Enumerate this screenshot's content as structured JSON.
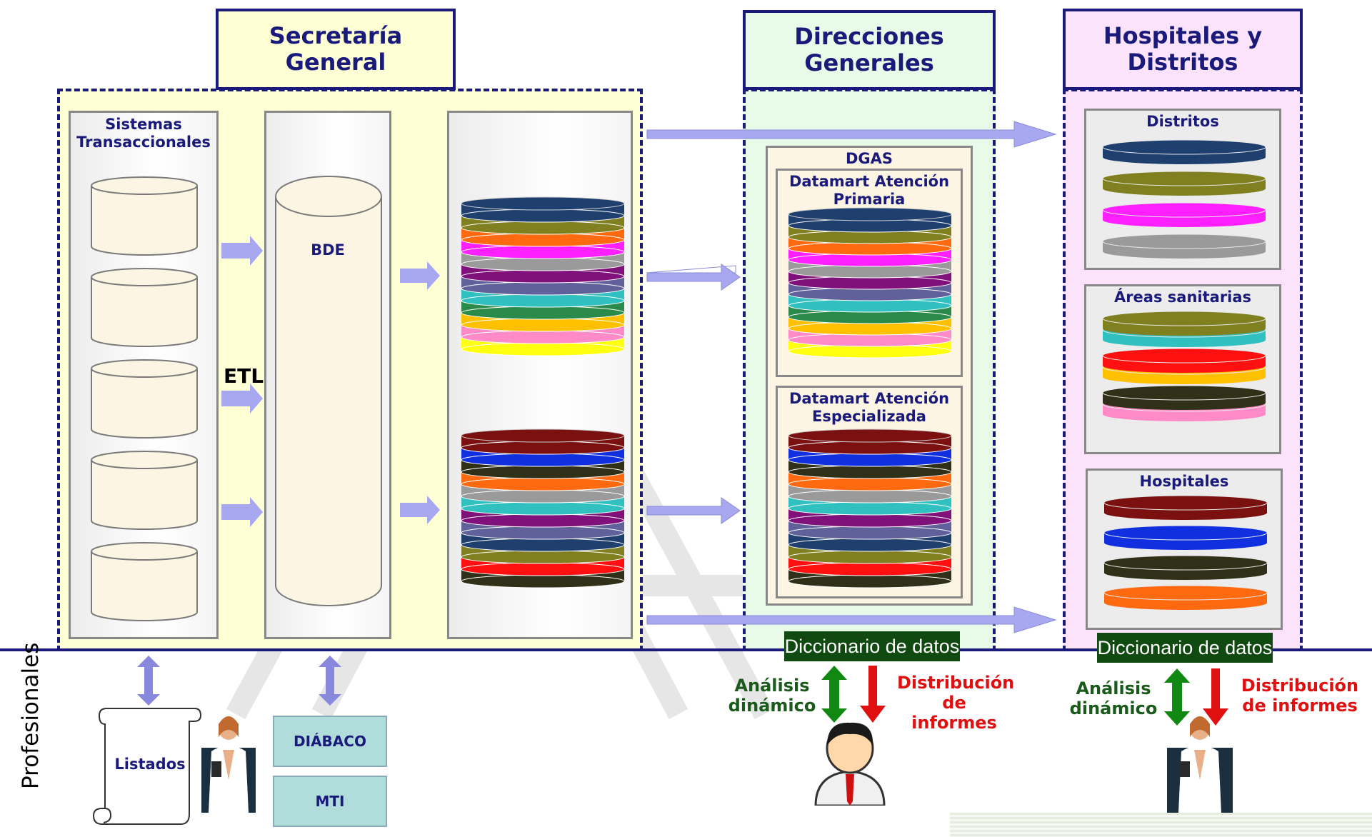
{
  "headers": {
    "secretaria": "Secretaría\nGeneral",
    "direcciones": "Direcciones\nGenerales",
    "hospitales": "Hospitales y\nDistritos"
  },
  "sg": {
    "sistemas_title": "Sistemas\nTransaccionales",
    "bde_label": "BDE",
    "etl_label": "ETL"
  },
  "dg": {
    "dgas_title": "DGAS",
    "dm_primaria_title": "Datamart Atención\nPrimaria",
    "dm_especializada_title": "Datamart Atención\nEspecializada",
    "diccionario": "Diccionario de datos",
    "analisis": "Análisis\ndinámico",
    "distribucion": "Distribución\nde informes"
  },
  "hd": {
    "distritos_title": "Distritos",
    "areas_title": "Áreas sanitarias",
    "hospitales_title": "Hospitales",
    "diccionario": "Diccionario de datos",
    "analisis": "Análisis\ndinámico",
    "distribucion": "Distribución\nde informes"
  },
  "bottom": {
    "profesionales": "Profesionales",
    "listados": "Listados",
    "diabaco": "DIÁBACO",
    "mti": "MTI"
  },
  "colors": {
    "navy": "#1a1a7a",
    "sg_bg": "#ffffd6",
    "dg_bg": "#e8fbe8",
    "hd_bg": "#fbe4fb",
    "arrow_fill": "#a8a8f0",
    "green": "#118811",
    "red": "#e01010",
    "dict_bg": "#104a10",
    "layers_stack1": [
      "#1f3f6f",
      "#808020",
      "#ff6a10",
      "#ff20ff",
      "#9a9a9a",
      "#80107a",
      "#60609a",
      "#30c0c0",
      "#2a8a4a",
      "#ffc000",
      "#ff8ac8",
      "#ffff10"
    ],
    "layers_stack2": [
      "#7a1010",
      "#1030e0",
      "#303018",
      "#ff6a10",
      "#9a9a9a",
      "#30c0c0",
      "#80107a",
      "#60609a",
      "#1f3f6f",
      "#808020",
      "#ff1010",
      "#303018"
    ]
  }
}
